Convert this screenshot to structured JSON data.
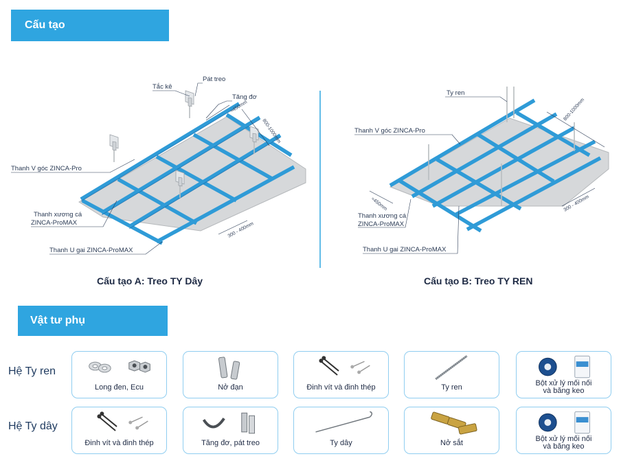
{
  "sections": {
    "structure_title": "Cấu tạo",
    "accessories_title": "Vật tư phụ"
  },
  "diagram_a": {
    "caption": "Cấu tạo A: Treo TY Dây",
    "labels": {
      "tac_ke": "Tắc kê",
      "pat_treo": "Pát treo",
      "tang_do": "Tăng đơ",
      "thanh_v": "Thanh V góc ZINCA-Pro",
      "thanh_xuong_1": "Thanh xương cá",
      "thanh_xuong_2": "ZINCA-ProMAX",
      "thanh_u": "Thanh U gai ZINCA-ProMAX"
    },
    "dims": {
      "d1": "≈450mm",
      "d2": "800-1000mm",
      "d3": "300 - 400mm"
    }
  },
  "diagram_b": {
    "caption": "Cấu tạo B: Treo TY REN",
    "labels": {
      "ty_ren": "Ty ren",
      "thanh_v": "Thanh V góc ZINCA-Pro",
      "thanh_xuong_1": "Thanh xương cá",
      "thanh_xuong_2": "ZINCA-ProMAX",
      "thanh_u": "Thanh U gai ZINCA-ProMAX"
    },
    "dims": {
      "d1": "≈450mm",
      "d2": "800-1000mm",
      "d3": "300 - 400mm"
    }
  },
  "rows": [
    {
      "label": "Hệ Ty ren",
      "items": [
        {
          "name": "Long đen, Ecu",
          "icon": "washer-nut-icon"
        },
        {
          "name": "Nở đạn",
          "icon": "anchor-icon"
        },
        {
          "name": "Đinh vít và đinh thép",
          "icon": "screws-icon"
        },
        {
          "name": "Ty ren",
          "icon": "threaded-rod-icon"
        },
        {
          "name": "Bột xử lý mối nối\nvà băng keo",
          "icon": "joint-compound-icon"
        }
      ]
    },
    {
      "label": "Hệ Ty dây",
      "items": [
        {
          "name": "Đinh vít và đinh thép",
          "icon": "screws-icon"
        },
        {
          "name": "Tăng đơ, pát treo",
          "icon": "hanger-bracket-icon"
        },
        {
          "name": "Ty dây",
          "icon": "hanger-wire-icon"
        },
        {
          "name": "Nở sắt",
          "icon": "metal-anchor-icon"
        },
        {
          "name": "Bột xử lý mối nối\nvà băng keo",
          "icon": "joint-compound-icon"
        }
      ]
    }
  ],
  "colors": {
    "accent": "#2fa5e0",
    "card_border": "#8fcdf0",
    "grid": "#2f9bd7"
  }
}
